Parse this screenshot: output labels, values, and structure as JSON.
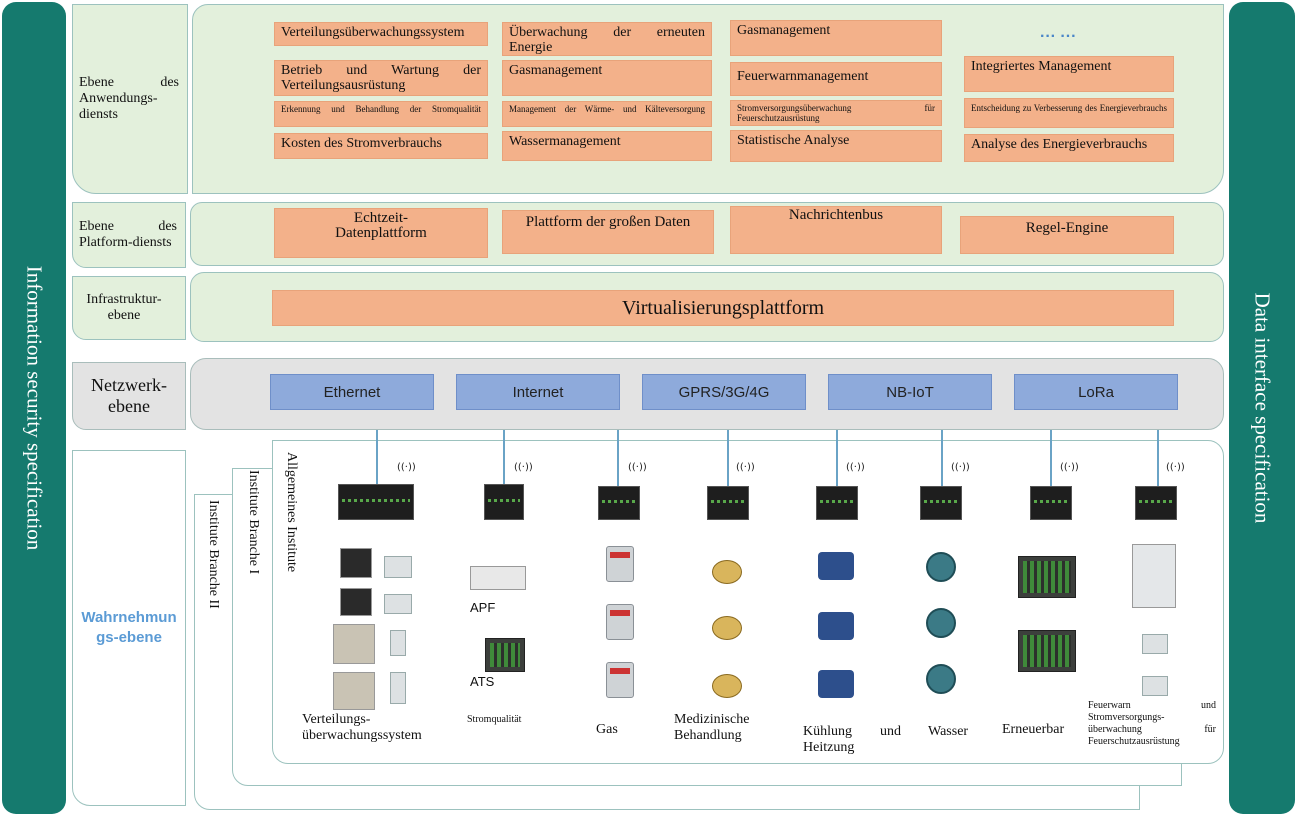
{
  "sidebars": {
    "left": "Information security specification",
    "right": "Data interface specification"
  },
  "layers": {
    "application": "Ebene des Anwendungs-diensts",
    "platform": "Ebene des Platform-diensts",
    "infrastructure": "Infrastruktur-ebene",
    "network": "Netzwerk-ebene",
    "perception": "Wahrnehmungs-ebene"
  },
  "application_boxes": {
    "c1": [
      "Verteilungsüberwachungssystem",
      "Betrieb und Wartung der Verteilungsausrüstung",
      "Erkennung und Behandlung der Stromqualität",
      "Kosten des Stromverbrauchs"
    ],
    "c2": [
      "Überwachung der erneuten Energie",
      "Gasmanagement",
      "Management der Wärme- und Kälteversorgung",
      "Wassermanagement"
    ],
    "c3": [
      "Gasmanagement",
      "Feuerwarnmanagement",
      "Stromversorgungsüberwachung für Feuerschutzausrüstung",
      "Statistische Analyse"
    ],
    "c4_dots": "··· ···",
    "c4": [
      "Integriertes Management",
      "Entscheidung zu Verbesserung des Energieverbrauchs",
      "Analyse des Energieverbrauchs"
    ]
  },
  "platform_boxes": [
    "Echtzeit-Datenplattform",
    "Plattform der großen Daten",
    "Nachrichtenbus",
    "Regel-Engine"
  ],
  "infrastructure_box": "Virtualisierungsplattform",
  "network_boxes": [
    "Ethernet",
    "Internet",
    "GPRS/3G/4G",
    "NB-IoT",
    "LoRa"
  ],
  "institutes": {
    "general": "Allgemeines Institute",
    "branch1": "Institute Branche I",
    "branch2": "Institute Branche II"
  },
  "device_tags": {
    "apf": "APF",
    "ats": "ATS"
  },
  "device_labels": {
    "distribution": "Verteilungs-überwachungssystem",
    "power_quality": "Stromqualität",
    "gas": "Gas",
    "medical": "Medizinische Behandlung",
    "cooling": "Kühlung und Heitzung",
    "water": "Wasser",
    "renewable": "Erneuerbar",
    "fire": "Feuerwarn und Stromversorgungs-überwachung für Feuerschutzausrüstung"
  },
  "colors": {
    "sidebar": "#157a6e",
    "layer_green": "#e3f0dc",
    "orange_box": "#f3b18a",
    "network_blue": "#8eaadb",
    "perception_label": "#5b9bd5"
  }
}
